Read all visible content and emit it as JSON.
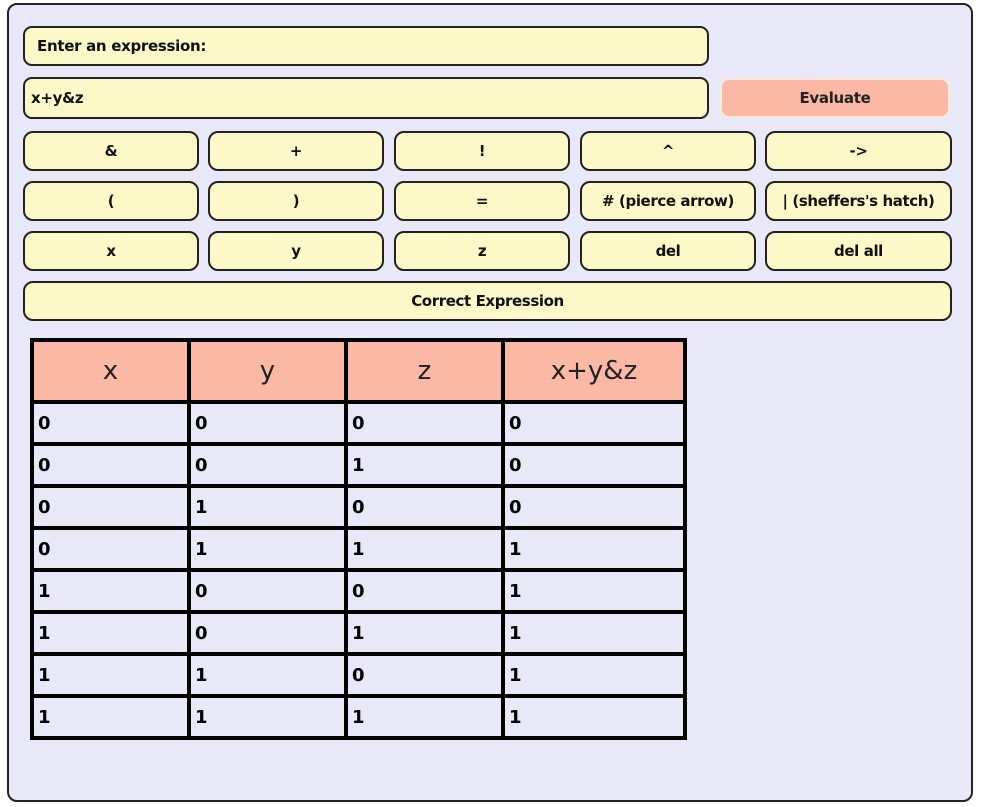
{
  "prompt": {
    "label": "Enter an expression:"
  },
  "expression_input": {
    "value": "x+y&z"
  },
  "evaluate_label": "Evaluate",
  "keypad": {
    "row1": [
      "&",
      "+",
      "!",
      "^",
      "->"
    ],
    "row2": [
      "(",
      ")",
      "=",
      "# (pierce arrow)",
      "| (sheffers's hatch)"
    ],
    "row3": [
      "x",
      "y",
      "z",
      "del",
      "del all"
    ]
  },
  "correct_label": "Correct Expression",
  "truth_table": {
    "headers": [
      "x",
      "y",
      "z",
      "x+y&z"
    ],
    "rows": [
      [
        "0",
        "0",
        "0",
        "0"
      ],
      [
        "0",
        "0",
        "1",
        "0"
      ],
      [
        "0",
        "1",
        "0",
        "0"
      ],
      [
        "0",
        "1",
        "1",
        "1"
      ],
      [
        "1",
        "0",
        "0",
        "1"
      ],
      [
        "1",
        "0",
        "1",
        "1"
      ],
      [
        "1",
        "1",
        "0",
        "1"
      ],
      [
        "1",
        "1",
        "1",
        "1"
      ]
    ]
  },
  "colors": {
    "panel_bg": "#e8e8f8",
    "button_bg": "#fcf8c8",
    "accent": "#fbb8a4"
  }
}
